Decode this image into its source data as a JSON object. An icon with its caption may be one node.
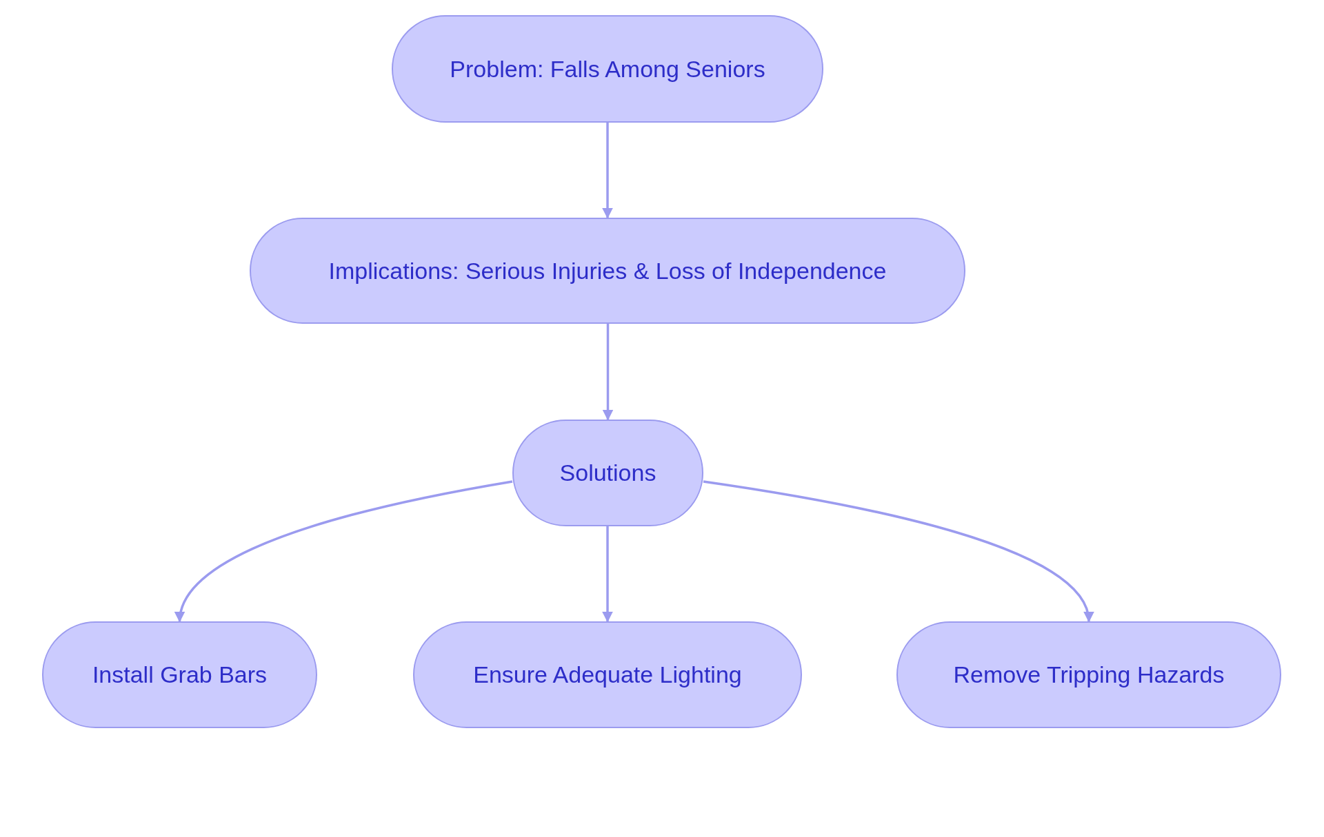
{
  "diagram": {
    "nodes": [
      {
        "text": [
          "Problem: Falls Among Seniors"
        ]
      },
      {
        "text": [
          "Implications: Serious Injuries & Loss of Independence"
        ]
      },
      {
        "text": [
          "Solutions"
        ]
      },
      {
        "text": [
          "Install Grab Bars"
        ]
      },
      {
        "text": [
          "Ensure Adequate Lighting"
        ]
      },
      {
        "text": [
          "Remove Tripping Hazards"
        ]
      }
    ],
    "edges": [
      {
        "from": 0,
        "to": 1,
        "arrow": "to"
      },
      {
        "from": 1,
        "to": 2,
        "arrow": "to"
      },
      {
        "from": 2,
        "to": 3,
        "arrow": "to"
      },
      {
        "from": 2,
        "to": 4,
        "arrow": "to"
      },
      {
        "from": 2,
        "to": 5,
        "arrow": "to"
      }
    ]
  }
}
